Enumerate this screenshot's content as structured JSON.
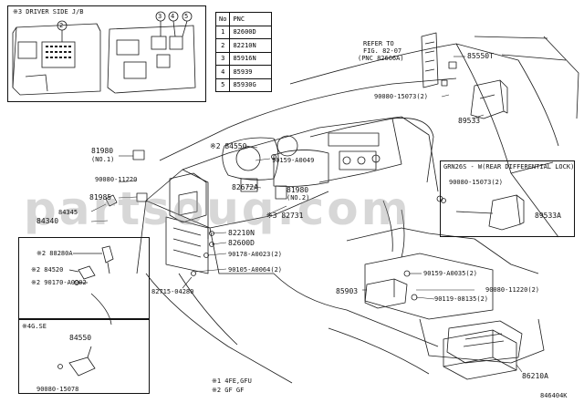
{
  "diagram": {
    "doc_id": "846404K",
    "watermark": "partsouq.com",
    "inset_driver": {
      "title": "※3 DRIVER SIDE J/B",
      "marker_2": "2",
      "markers": [
        "3",
        "4",
        "5"
      ]
    },
    "table": {
      "headers": [
        "No",
        "PNC"
      ],
      "rows": [
        {
          "no": "1",
          "pnc": "82600D"
        },
        {
          "no": "2",
          "pnc": "82210N"
        },
        {
          "no": "3",
          "pnc": "85916N"
        },
        {
          "no": "4",
          "pnc": "85939"
        },
        {
          "no": "5",
          "pnc": "85930G"
        }
      ]
    },
    "refer": {
      "line1": "REFER TO",
      "line2": "FIG. 82-07",
      "line3": "(PNC 82666A)"
    },
    "inset_gr": {
      "title": "GRN26S - W(REAR DIFFERENTIAL LOCK)",
      "c1": "90080-15073(2)",
      "c2": "89533A"
    },
    "inset_4gse": {
      "title": "※4G.SE",
      "c1": "84550",
      "c2": "90080-15078"
    },
    "inset_bl": {
      "c1": "※2 88280A",
      "c2": "※2 84520",
      "c3": "※2 90170-A0002"
    },
    "footnotes": {
      "f1": "※1 4FE,GFU",
      "f2": "※2 GF GF"
    },
    "callouts": {
      "c85550T": "85550T",
      "c90080_15073": "90080-15073(2)",
      "c89533": "89533",
      "c84550": "※2 84550",
      "c90159_a0049": "90159-A0049",
      "c81980_1": "81980",
      "c81980_1b": "(NO.1)",
      "c90080_11220": "90080-11220",
      "c81985": "81985",
      "c84345": "84345",
      "c84340": "84340",
      "c82672a": "82672A",
      "c81980_2": "81980",
      "c81980_2b": "(NO.2)",
      "c82731": "※3 82731",
      "c82210n": "82210N",
      "c82600d": "82600D",
      "c90178": "90178-A0023(2)",
      "c90105": "90105-A0064(2)",
      "c82715": "82715-04280",
      "c90159_a0035": "90159-A0035(2)",
      "c85903": "85903",
      "c90119": "90119-08135(2)",
      "c90080_11220b": "90080-11220(2)",
      "c86210a": "86210A"
    }
  }
}
